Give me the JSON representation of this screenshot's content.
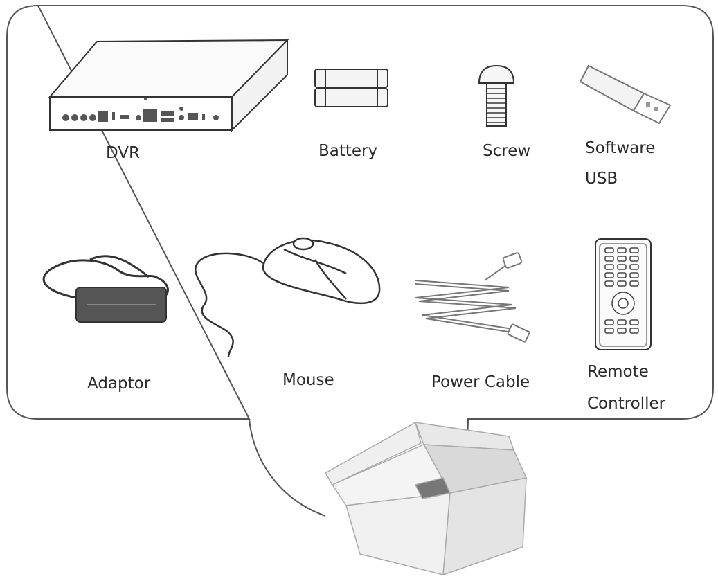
{
  "items": {
    "dvr": {
      "label": "DVR"
    },
    "battery": {
      "label": "Battery"
    },
    "screw": {
      "label": "Screw"
    },
    "software_usb": {
      "label_line1": "Software",
      "label_line2": "USB"
    },
    "adaptor": {
      "label": "Adaptor"
    },
    "mouse": {
      "label": "Mouse"
    },
    "power_cable": {
      "label": "Power Cable"
    },
    "remote_controller": {
      "label_line1": "Remote",
      "label_line2": "Controller"
    }
  }
}
